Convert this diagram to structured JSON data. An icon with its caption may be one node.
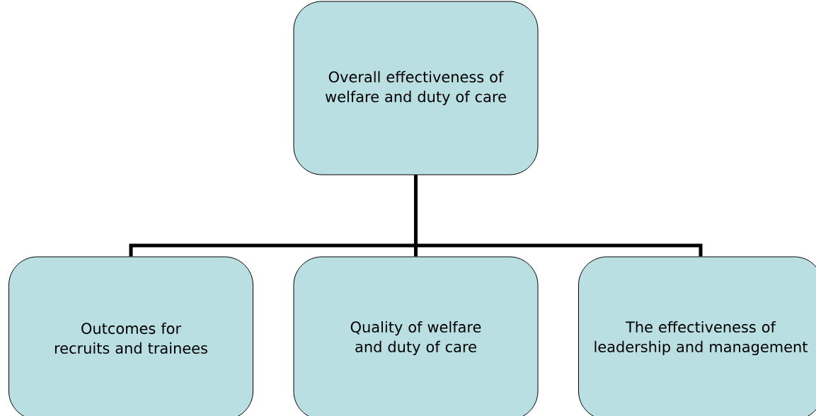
{
  "diagram": {
    "nodes": [
      {
        "text": [
          "Overall effectiveness of welfare and duty of care"
        ]
      },
      {
        "text": [
          "Outcomes for recruits and trainees"
        ]
      },
      {
        "text": [
          "Quality of welfare and duty of care"
        ]
      },
      {
        "text": [
          "The effectiveness of leadership and management"
        ]
      }
    ],
    "edges": [
      {
        "from": 0,
        "to": 1,
        "arrow": "none"
      },
      {
        "from": 0,
        "to": 2,
        "arrow": "none"
      },
      {
        "from": 0,
        "to": 3,
        "arrow": "none"
      }
    ]
  }
}
